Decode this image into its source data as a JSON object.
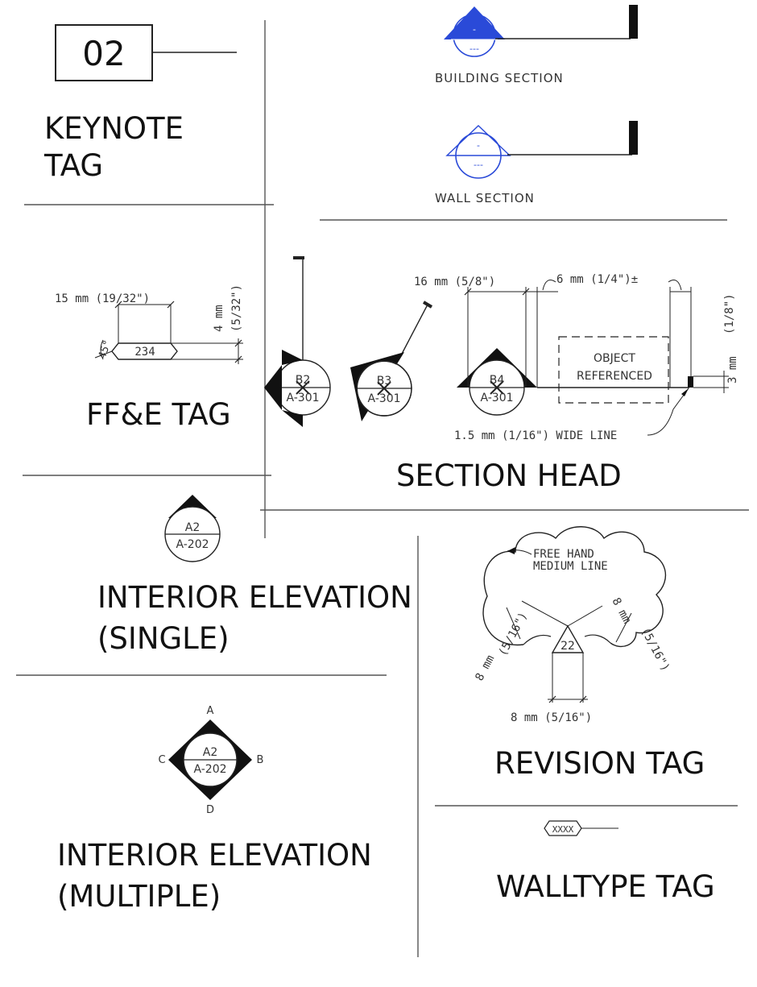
{
  "keynote": {
    "tag_number": "02",
    "title_line1": "KEYNOTE",
    "title_line2": "TAG"
  },
  "building_section": {
    "label": "BUILDING SECTION",
    "top_text": "-",
    "bottom_text": "---"
  },
  "wall_section": {
    "label": "WALL SECTION",
    "top_text": "-",
    "bottom_text": "---"
  },
  "ffe": {
    "width_dim": "15 mm (19/32\")",
    "height_dim_mm": "4 mm",
    "height_dim_in": "(5/32\")",
    "angle": "45°",
    "tag_value": "234",
    "title": "FF&E TAG"
  },
  "section_head": {
    "markers": [
      {
        "top": "B2",
        "bottom": "A-301"
      },
      {
        "top": "B3",
        "bottom": "A-301"
      },
      {
        "top": "B4",
        "bottom": "A-301"
      }
    ],
    "dim_16": "16 mm (5/8\")",
    "dim_6": "6 mm (1/4\")±",
    "dim_3_mm": "3 mm",
    "dim_3_in": "(1/8\")",
    "object_line1": "OBJECT",
    "object_line2": "REFERENCED",
    "wide_line_note": "1.5 mm (1/16\") WIDE LINE",
    "title": "SECTION HEAD"
  },
  "interior_single": {
    "top": "A2",
    "bottom": "A-202",
    "title_line1": "INTERIOR ELEVATION",
    "title_line2": "(SINGLE)"
  },
  "interior_multiple": {
    "top": "A2",
    "bottom": "A-202",
    "dir_a": "A",
    "dir_b": "B",
    "dir_c": "C",
    "dir_d": "D",
    "title_line1": "INTERIOR ELEVATION",
    "title_line2": "(MULTIPLE)"
  },
  "revision": {
    "cloud_note_line1": "FREE HAND",
    "cloud_note_line2": "MEDIUM LINE",
    "dim_left_mm": "8 mm",
    "dim_left_in": "(5/16\")",
    "dim_right_mm": "8 mm",
    "dim_right_in": "(5/16\")",
    "dim_bottom": "8 mm (5/16\")",
    "tag_value": "22",
    "title": "REVISION TAG"
  },
  "walltype": {
    "tag_value": "XXXX",
    "title": "WALLTYPE TAG"
  },
  "colors": {
    "section_marker_blue": "#2a4ad8",
    "linework": "#222222"
  }
}
